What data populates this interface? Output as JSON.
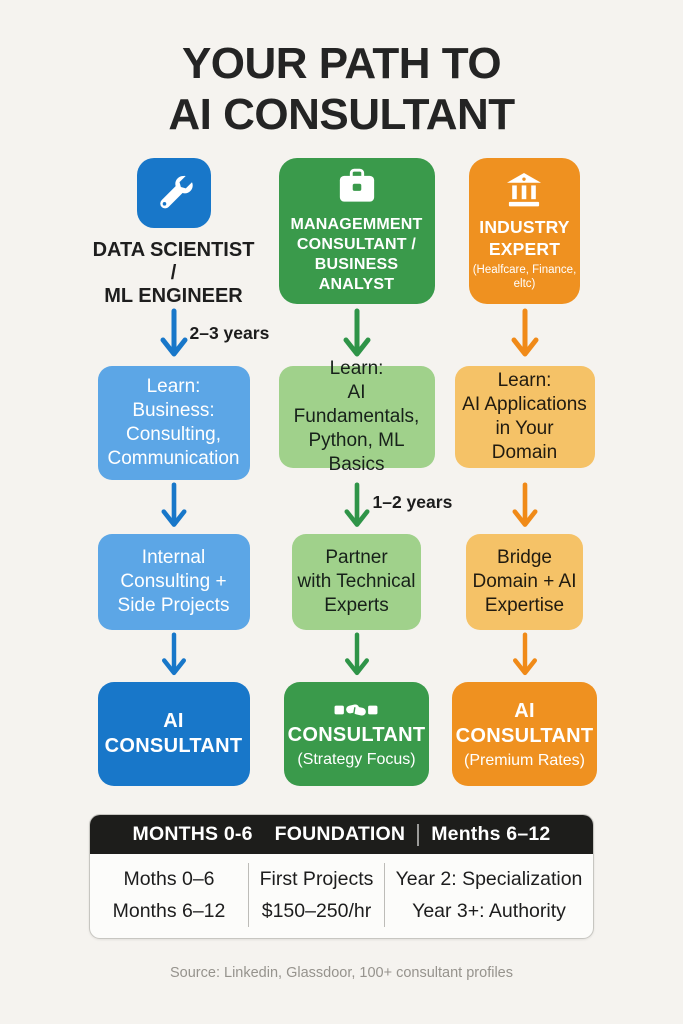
{
  "title": {
    "line1": "YOUR PATH TO",
    "line2": "AI CONSULTANT"
  },
  "colors": {
    "background": "#F5F3EF",
    "blue": "#1877C9",
    "blue_light": "#5CA6E6",
    "green": "#3A9A4B",
    "green_light": "#A0D18B",
    "orange": "#EF9120",
    "orange_light": "#F5C267",
    "table_header_bg": "#1D1D1B"
  },
  "paths": [
    {
      "name": "data-scientist",
      "icon": "wrench-icon",
      "role": "DATA SCIENTIST /\nML ENGINEER",
      "arrow1_label": "2–3 years",
      "step1": "Learn:\nBusiness:\nConsulting,\nCommunication",
      "arrow2_label": "",
      "step2": "Internal\nConsulting +\nSide Projects",
      "final_title": "AI\nCONSULTANT",
      "final_subtitle": ""
    },
    {
      "name": "management-consultant",
      "icon": "briefcase-icon",
      "role": "MANAGEMMENT\nCONSULTANT /\nBUSINESS ANALYST",
      "arrow1_label": "",
      "step1": "Learn:\nAI Fundamentals,\nPython, ML Basics",
      "arrow2_label": "1–2 years",
      "step2": "Partner\nwith Technical\nExperts",
      "final_icon": "handshake-icon",
      "final_title": "CONSULTANT",
      "final_subtitle": "(Strategy Focus)"
    },
    {
      "name": "industry-expert",
      "icon": "bank-icon",
      "role": "INDUSTRY\nEXPERT",
      "role_note": "(Healfcare, Finance,\neltc)",
      "arrow1_label": "",
      "step1": "Learn:\nAI Applications\nin Your Domain",
      "arrow2_label": "",
      "step2": "Bridge\nDomain + AI\nExpertise",
      "final_title": "AI\nCONSULTANT",
      "final_subtitle": "(Premium Rates)"
    }
  ],
  "timeline_table": {
    "header_left": "MONTHS 0-6",
    "header_center": "FOUNDATION",
    "header_right": "Menths 6–12",
    "rows": [
      [
        "Moths 0–6",
        "First Projects",
        "Year 2: Specialization"
      ],
      [
        "Months 6–12",
        "$150–250/hr",
        "Year 3+: Authority"
      ]
    ]
  },
  "source": "Source: Linkedin, Glassdoor, 100+ consultant profiles"
}
